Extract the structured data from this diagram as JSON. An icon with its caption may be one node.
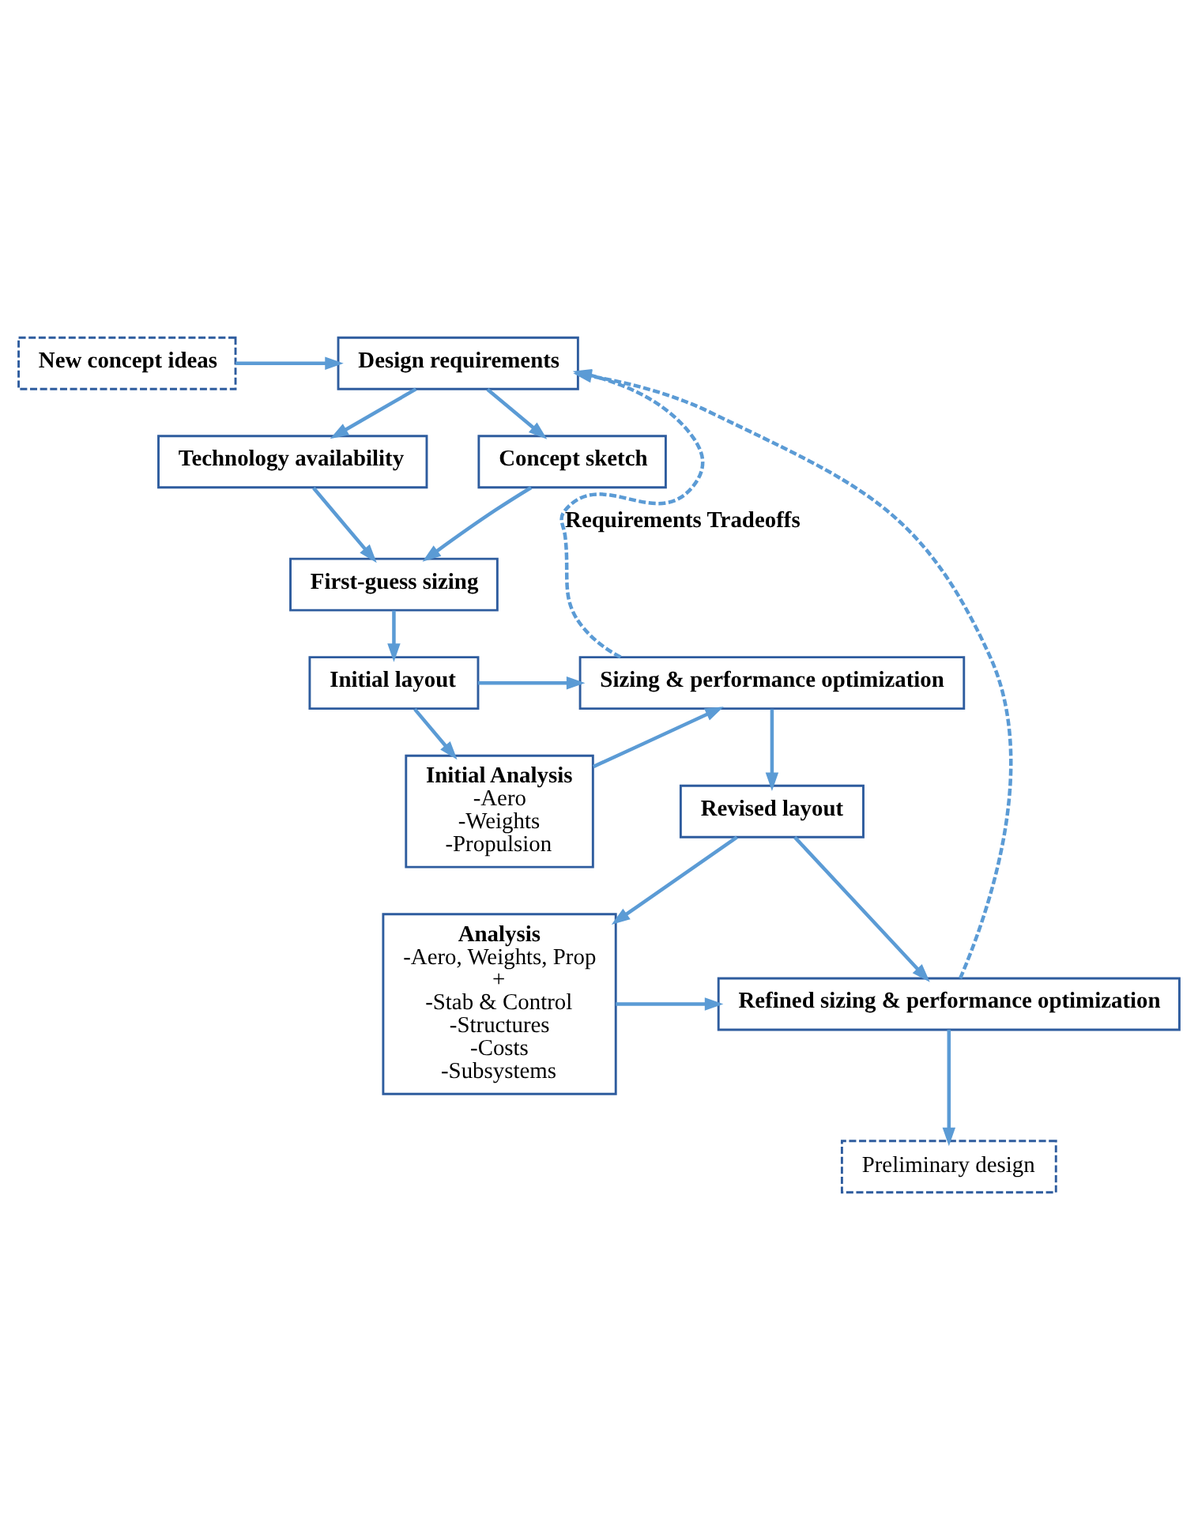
{
  "diagram": {
    "nodes": [
      {
        "text": [
          "New concept ideas"
        ]
      },
      {
        "text": [
          "Design requirements"
        ]
      },
      {
        "text": [
          "Technology availability"
        ]
      },
      {
        "text": [
          "First-guess sizing"
        ]
      },
      {
        "text": [
          "Concept sketch"
        ]
      },
      {
        "text": [
          "Initial layout"
        ]
      },
      {
        "text": [
          "Sizing & performance optimization"
        ]
      },
      {
        "text": [
          "Initial Analysis",
          "-Aero",
          "-Weights",
          "-Propulsion"
        ]
      },
      {
        "text": [
          "Revised layout"
        ]
      },
      {
        "text": [
          "Analysis",
          "-Aero, Weights, Prop",
          "+",
          "-Stab & Control",
          "-Structures",
          "-Costs",
          "-Subsystems"
        ]
      },
      {
        "text": [
          "Refined sizing & performance optimization"
        ]
      },
      {
        "text": [
          "Preliminary design"
        ]
      }
    ],
    "edges": [
      {
        "from": 0,
        "to": 1,
        "arrow": "to"
      },
      {
        "from": 1,
        "to": 2,
        "arrow": "to"
      },
      {
        "from": 1,
        "to": 4,
        "arrow": "to"
      },
      {
        "from": 2,
        "to": 3,
        "arrow": "to"
      },
      {
        "from": 4,
        "to": 3,
        "arrow": "to"
      },
      {
        "from": 3,
        "to": 5,
        "arrow": "to"
      },
      {
        "from": 5,
        "to": 6,
        "arrow": "to"
      },
      {
        "from": 5,
        "to": 7,
        "arrow": "to"
      },
      {
        "from": 7,
        "to": 6,
        "arrow": "to"
      },
      {
        "from": 6,
        "to": 8,
        "arrow": "to"
      },
      {
        "from": 8,
        "to": 10,
        "arrow": "to"
      },
      {
        "from": 8,
        "to": 9,
        "arrow": "to"
      },
      {
        "from": 9,
        "to": 10,
        "arrow": "to"
      },
      {
        "from": 10,
        "to": 11,
        "arrow": "to"
      },
      {
        "from": 6,
        "to": 1,
        "arrow": "to",
        "style": "dashed",
        "label": "Requirements Tradeoffs"
      },
      {
        "from": 10,
        "to": 1,
        "arrow": "to",
        "style": "dashed"
      }
    ]
  }
}
